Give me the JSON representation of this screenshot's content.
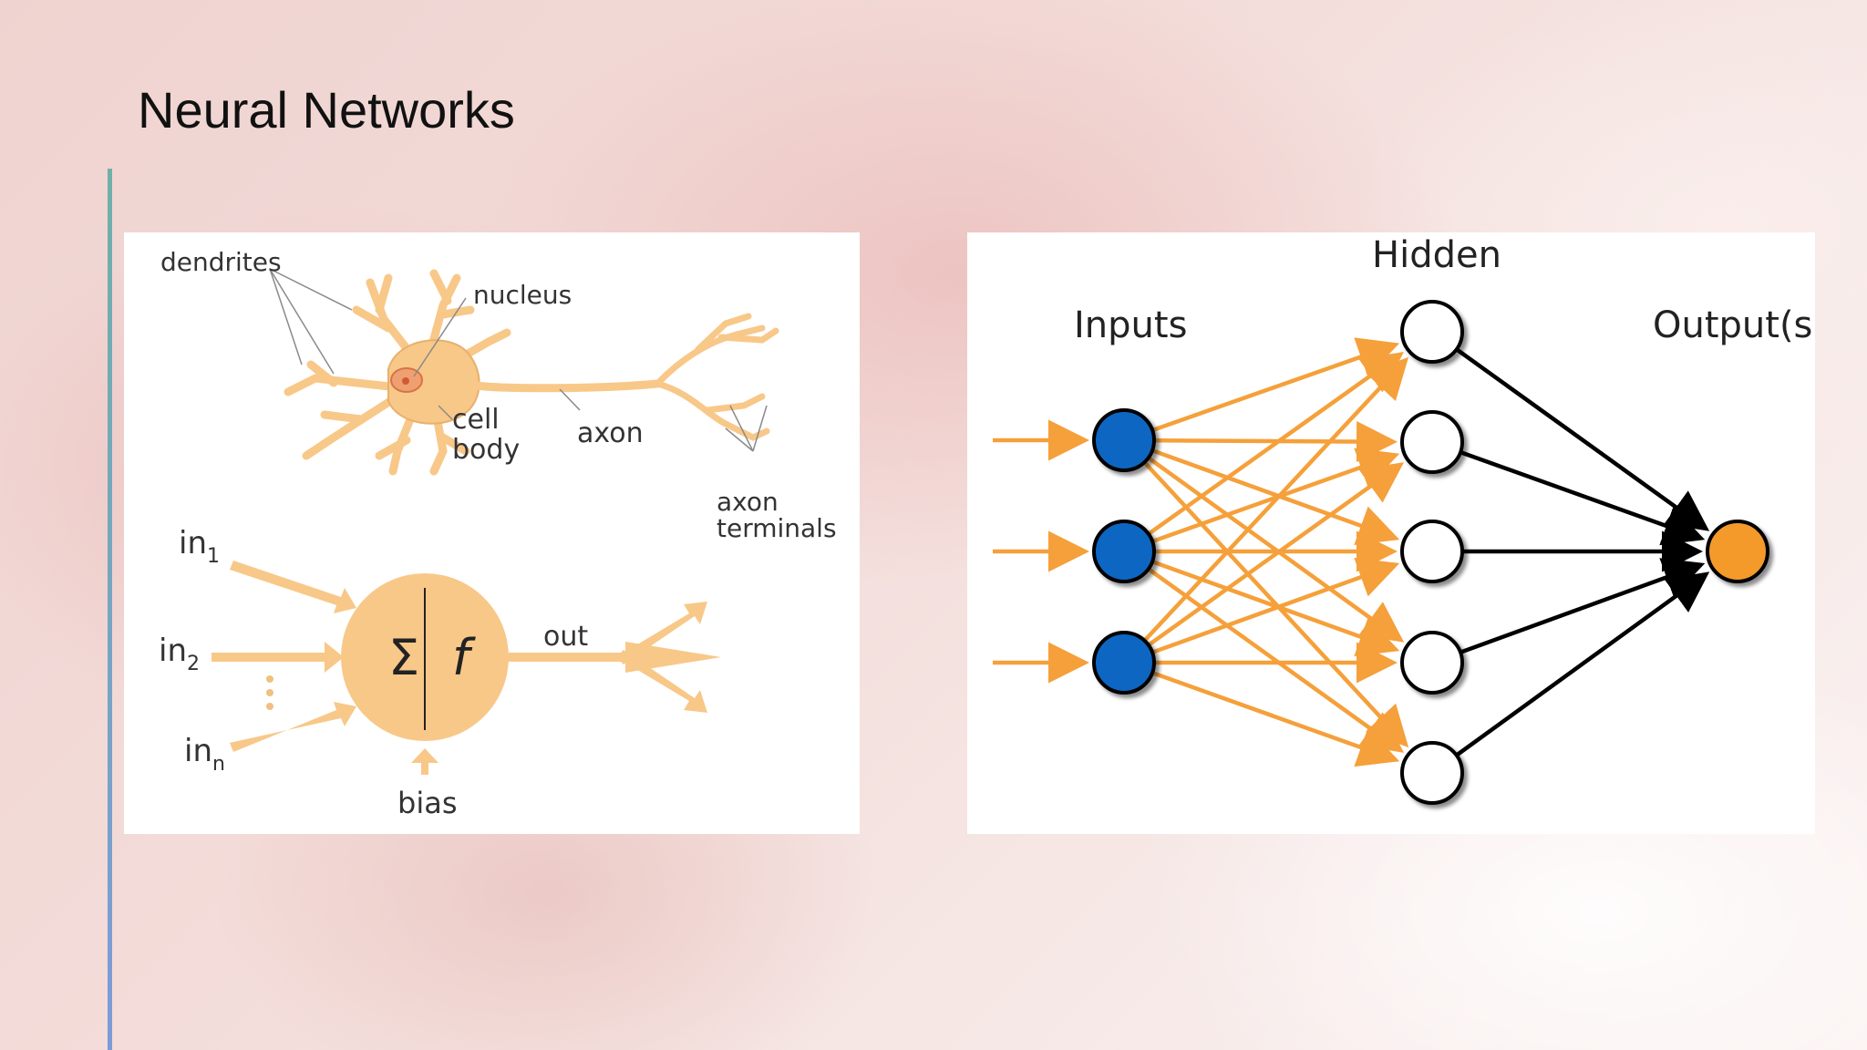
{
  "slide": {
    "title": "Neural Networks"
  },
  "neuron_diagram": {
    "labels": {
      "dendrites": "dendrites",
      "nucleus": "nucleus",
      "cell_body_line1": "cell",
      "cell_body_line2": "body",
      "axon": "axon",
      "axon_terminals_line1": "axon",
      "axon_terminals_line2": "terminals"
    },
    "perceptron": {
      "input1_base": "in",
      "input1_sub": "1",
      "input2_base": "in",
      "input2_sub": "2",
      "inputn_base": "in",
      "inputn_sub": "n",
      "sum_symbol": "Σ",
      "function_symbol": "f",
      "output": "out",
      "bias": "bias"
    },
    "colors": {
      "neuron": "#f8c889",
      "neuron_outline": "#e2a85a",
      "nucleus": "#e07a56"
    }
  },
  "network_diagram": {
    "layer_labels": {
      "inputs": "Inputs",
      "hidden": "Hidden",
      "outputs": "Output(s)"
    },
    "input_nodes": 3,
    "hidden_nodes": 5,
    "output_nodes": 1,
    "colors": {
      "input_node": "#0a66c2",
      "hidden_node": "#ffffff",
      "output_node": "#f39a2a",
      "input_edges": "#f5a03a",
      "output_edges": "#000000"
    }
  }
}
